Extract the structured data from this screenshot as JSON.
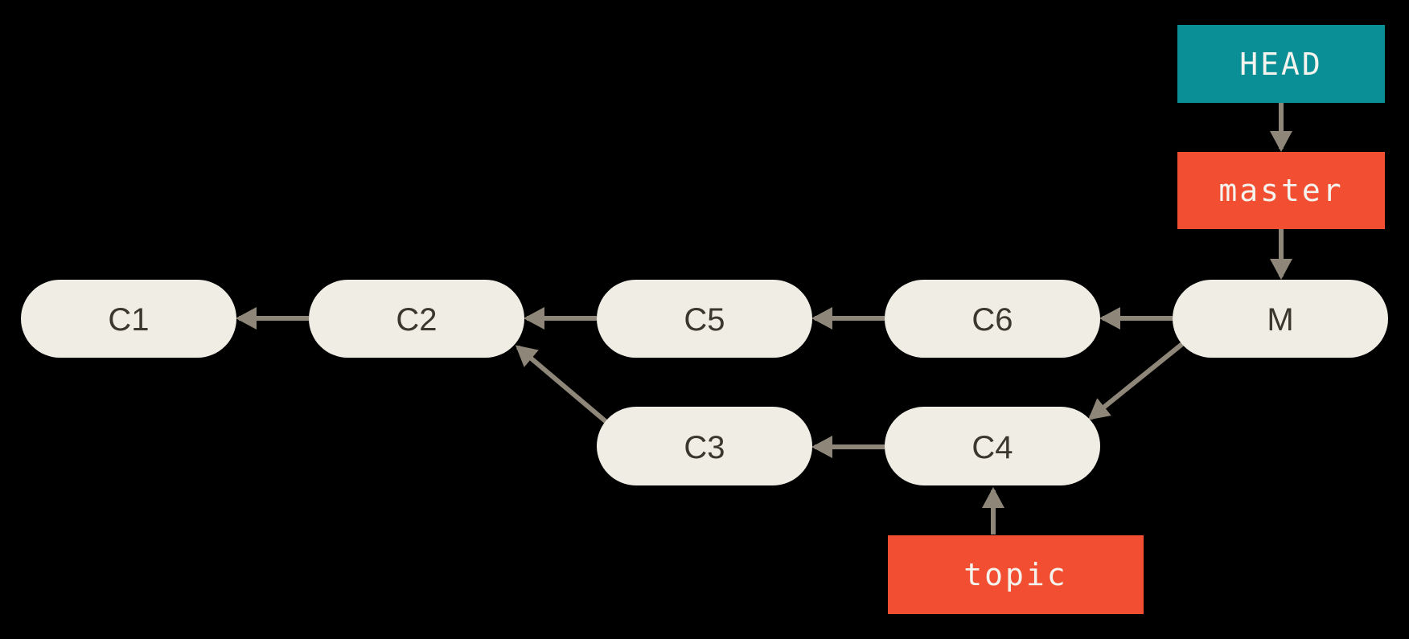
{
  "diagram": {
    "type": "git-commit-graph",
    "background": "#000000",
    "colors": {
      "commit_fill": "#efede4",
      "commit_text": "#3b372f",
      "arrow": "#8e8678",
      "head_box_fill": "#0a8f96",
      "branch_box_fill": "#f14e32",
      "ref_text": "#f4f3ee"
    },
    "commits": [
      {
        "id": "c1",
        "label": "C1",
        "row": "main"
      },
      {
        "id": "c2",
        "label": "C2",
        "row": "main"
      },
      {
        "id": "c5",
        "label": "C5",
        "row": "main"
      },
      {
        "id": "c6",
        "label": "C6",
        "row": "main"
      },
      {
        "id": "m",
        "label": "M",
        "row": "main"
      },
      {
        "id": "c3",
        "label": "C3",
        "row": "branch"
      },
      {
        "id": "c4",
        "label": "C4",
        "row": "branch"
      }
    ],
    "refs": [
      {
        "id": "head",
        "label": "HEAD",
        "points_to": "master"
      },
      {
        "id": "master",
        "label": "master",
        "points_to": "M"
      },
      {
        "id": "topic",
        "label": "topic",
        "points_to": "C4"
      }
    ],
    "edges": [
      {
        "from": "C2",
        "to": "C1"
      },
      {
        "from": "C5",
        "to": "C2"
      },
      {
        "from": "C6",
        "to": "C5"
      },
      {
        "from": "M",
        "to": "C6"
      },
      {
        "from": "C4",
        "to": "C3"
      },
      {
        "from": "C3",
        "to": "C2"
      },
      {
        "from": "M",
        "to": "C4"
      },
      {
        "from": "HEAD",
        "to": "master"
      },
      {
        "from": "master",
        "to": "M"
      },
      {
        "from": "topic",
        "to": "C4"
      }
    ]
  }
}
